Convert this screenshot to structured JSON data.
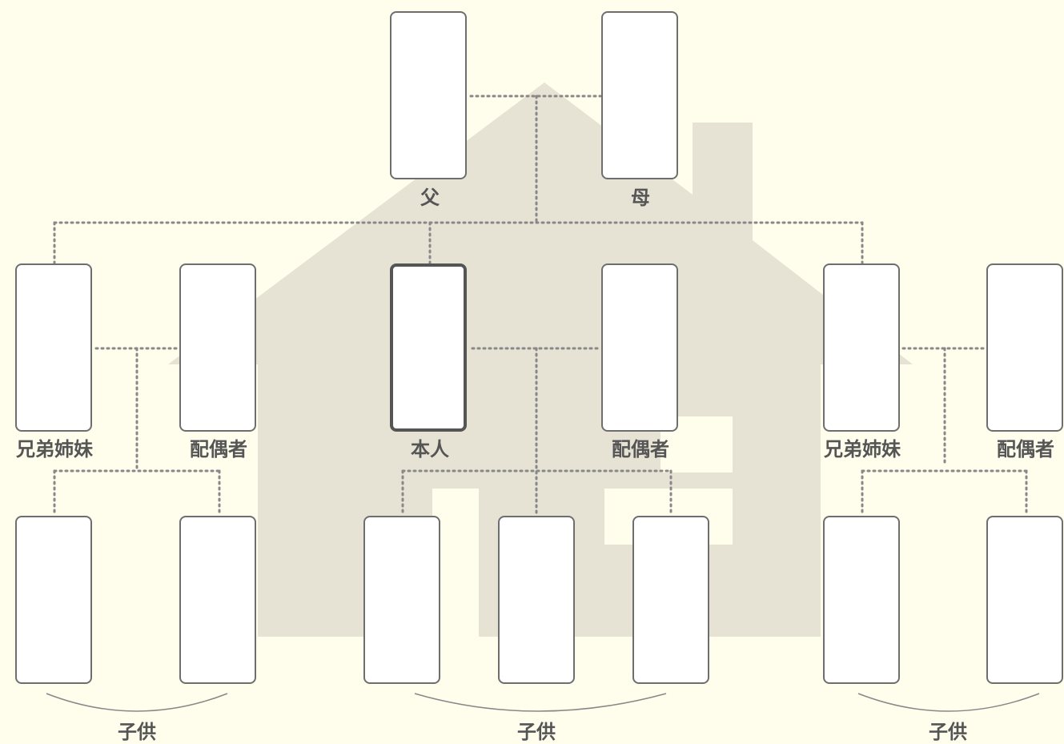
{
  "colors": {
    "background": "#fffdec",
    "house": "#e6e3d5",
    "card_border": "#6e6e6e",
    "line": "#888888",
    "label": "#555555"
  },
  "labels": {
    "father": "父",
    "mother": "母",
    "self": "本人",
    "sibling_left": "兄弟姉妹",
    "sibling_right": "兄弟姉妹",
    "spouse_left": "配偶者",
    "spouse_self": "配偶者",
    "spouse_right": "配偶者",
    "children_left": "子供",
    "children_center": "子供",
    "children_right": "子供"
  }
}
